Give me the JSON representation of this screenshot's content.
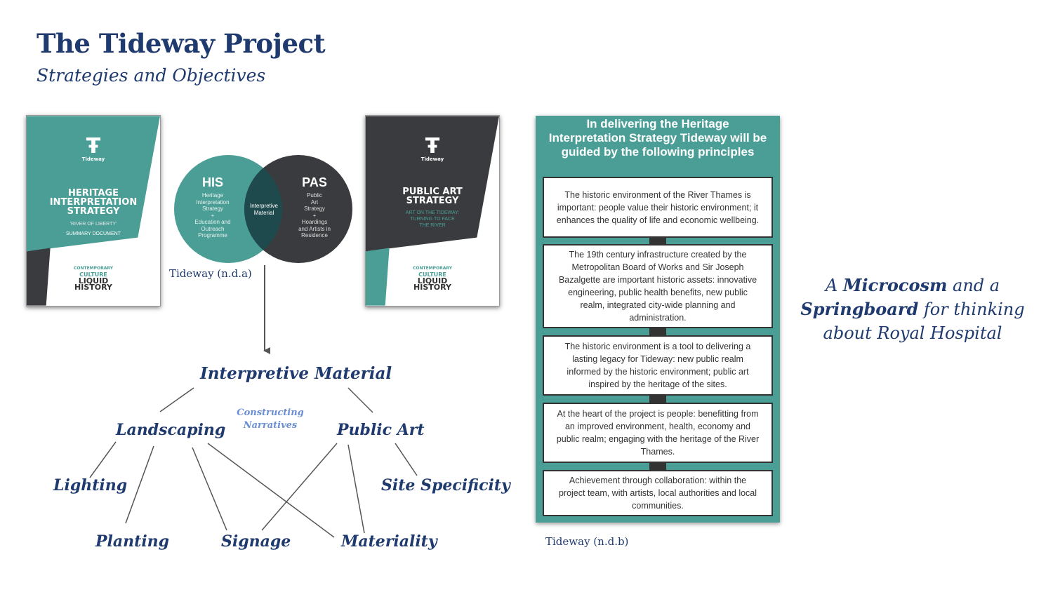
{
  "header": {
    "title": "The Tideway Project",
    "subtitle": "Strategies and Objectives"
  },
  "colors": {
    "navy": "#1f3a6e",
    "teal": "#4a9e96",
    "charcoal": "#3a3b3e",
    "narrative_blue": "#6a8fd4"
  },
  "booklet_his": {
    "logo_icon": "tideway-logo-icon",
    "logo_text": "Tideway",
    "title_lines": [
      "HERITAGE",
      "INTERPRETATION",
      "STRATEGY"
    ],
    "subtitle": "'RIVER OF LIBERTY'",
    "doc_type": "SUMMARY DOCUMENT",
    "brand": [
      "CONTEMPORARY",
      "CULTURE",
      "LIQUID",
      "HISTORY"
    ]
  },
  "booklet_pas": {
    "logo_icon": "tideway-logo-icon",
    "logo_text": "Tideway",
    "title_lines": [
      "PUBLIC ART",
      "STRATEGY"
    ],
    "subtitle_lines": [
      "ART ON THE TIDEWAY:",
      "TURNING TO FACE",
      "THE RIVER"
    ],
    "brand": [
      "CONTEMPORARY",
      "CULTURE",
      "LIQUID",
      "HISTORY"
    ]
  },
  "venn": {
    "left_title": "HIS",
    "left_lines": [
      "Heritage",
      "Interpretation",
      "Strategy",
      "+",
      "Education and",
      "Outreach",
      "Programme"
    ],
    "right_title": "PAS",
    "right_lines": [
      "Public",
      "Art",
      "Strategy",
      "+",
      "Hoardings",
      "and Artists in",
      "Residence"
    ],
    "overlap_lines": [
      "Interpretive",
      "Material"
    ]
  },
  "captions": {
    "venn": "Tideway (n.d.a)",
    "panel": "Tideway (n.d.b)"
  },
  "tree": {
    "root": "Interpretive Material",
    "narrative": [
      "Constructing",
      "Narratives"
    ],
    "landscaping": "Landscaping",
    "public_art": "Public Art",
    "lighting": "Lighting",
    "site_specificity": "Site Specificity",
    "planting": "Planting",
    "signage": "Signage",
    "materiality": "Materiality"
  },
  "principles": {
    "heading": "In delivering the Heritage Interpretation Strategy Tideway will be guided by the following principles",
    "items": [
      "The historic environment of the River Thames is important: people value their historic environment; it enhances the quality of life and economic wellbeing.",
      "The 19th century infrastructure created by the Metropolitan Board of Works and Sir Joseph Bazalgette are important historic assets: innovative engineering, public health benefits, new public realm, integrated city-wide planning and administration.",
      "The historic environment is a tool to delivering a lasting legacy for Tideway: new public realm informed by the historic environment; public art inspired by the heritage of the sites.",
      "At the heart of the project is people: benefitting from an improved environment, health, economy and public realm; engaging with the heritage of the River Thames.",
      "Achievement through collaboration: within the project team, with artists, local authorities and local communities."
    ]
  },
  "tagline": {
    "part1": "A ",
    "bold1": "Microcosm",
    "part2": " and a ",
    "bold2": "Springboard",
    "part3": " for thinking about Royal Hospital"
  }
}
